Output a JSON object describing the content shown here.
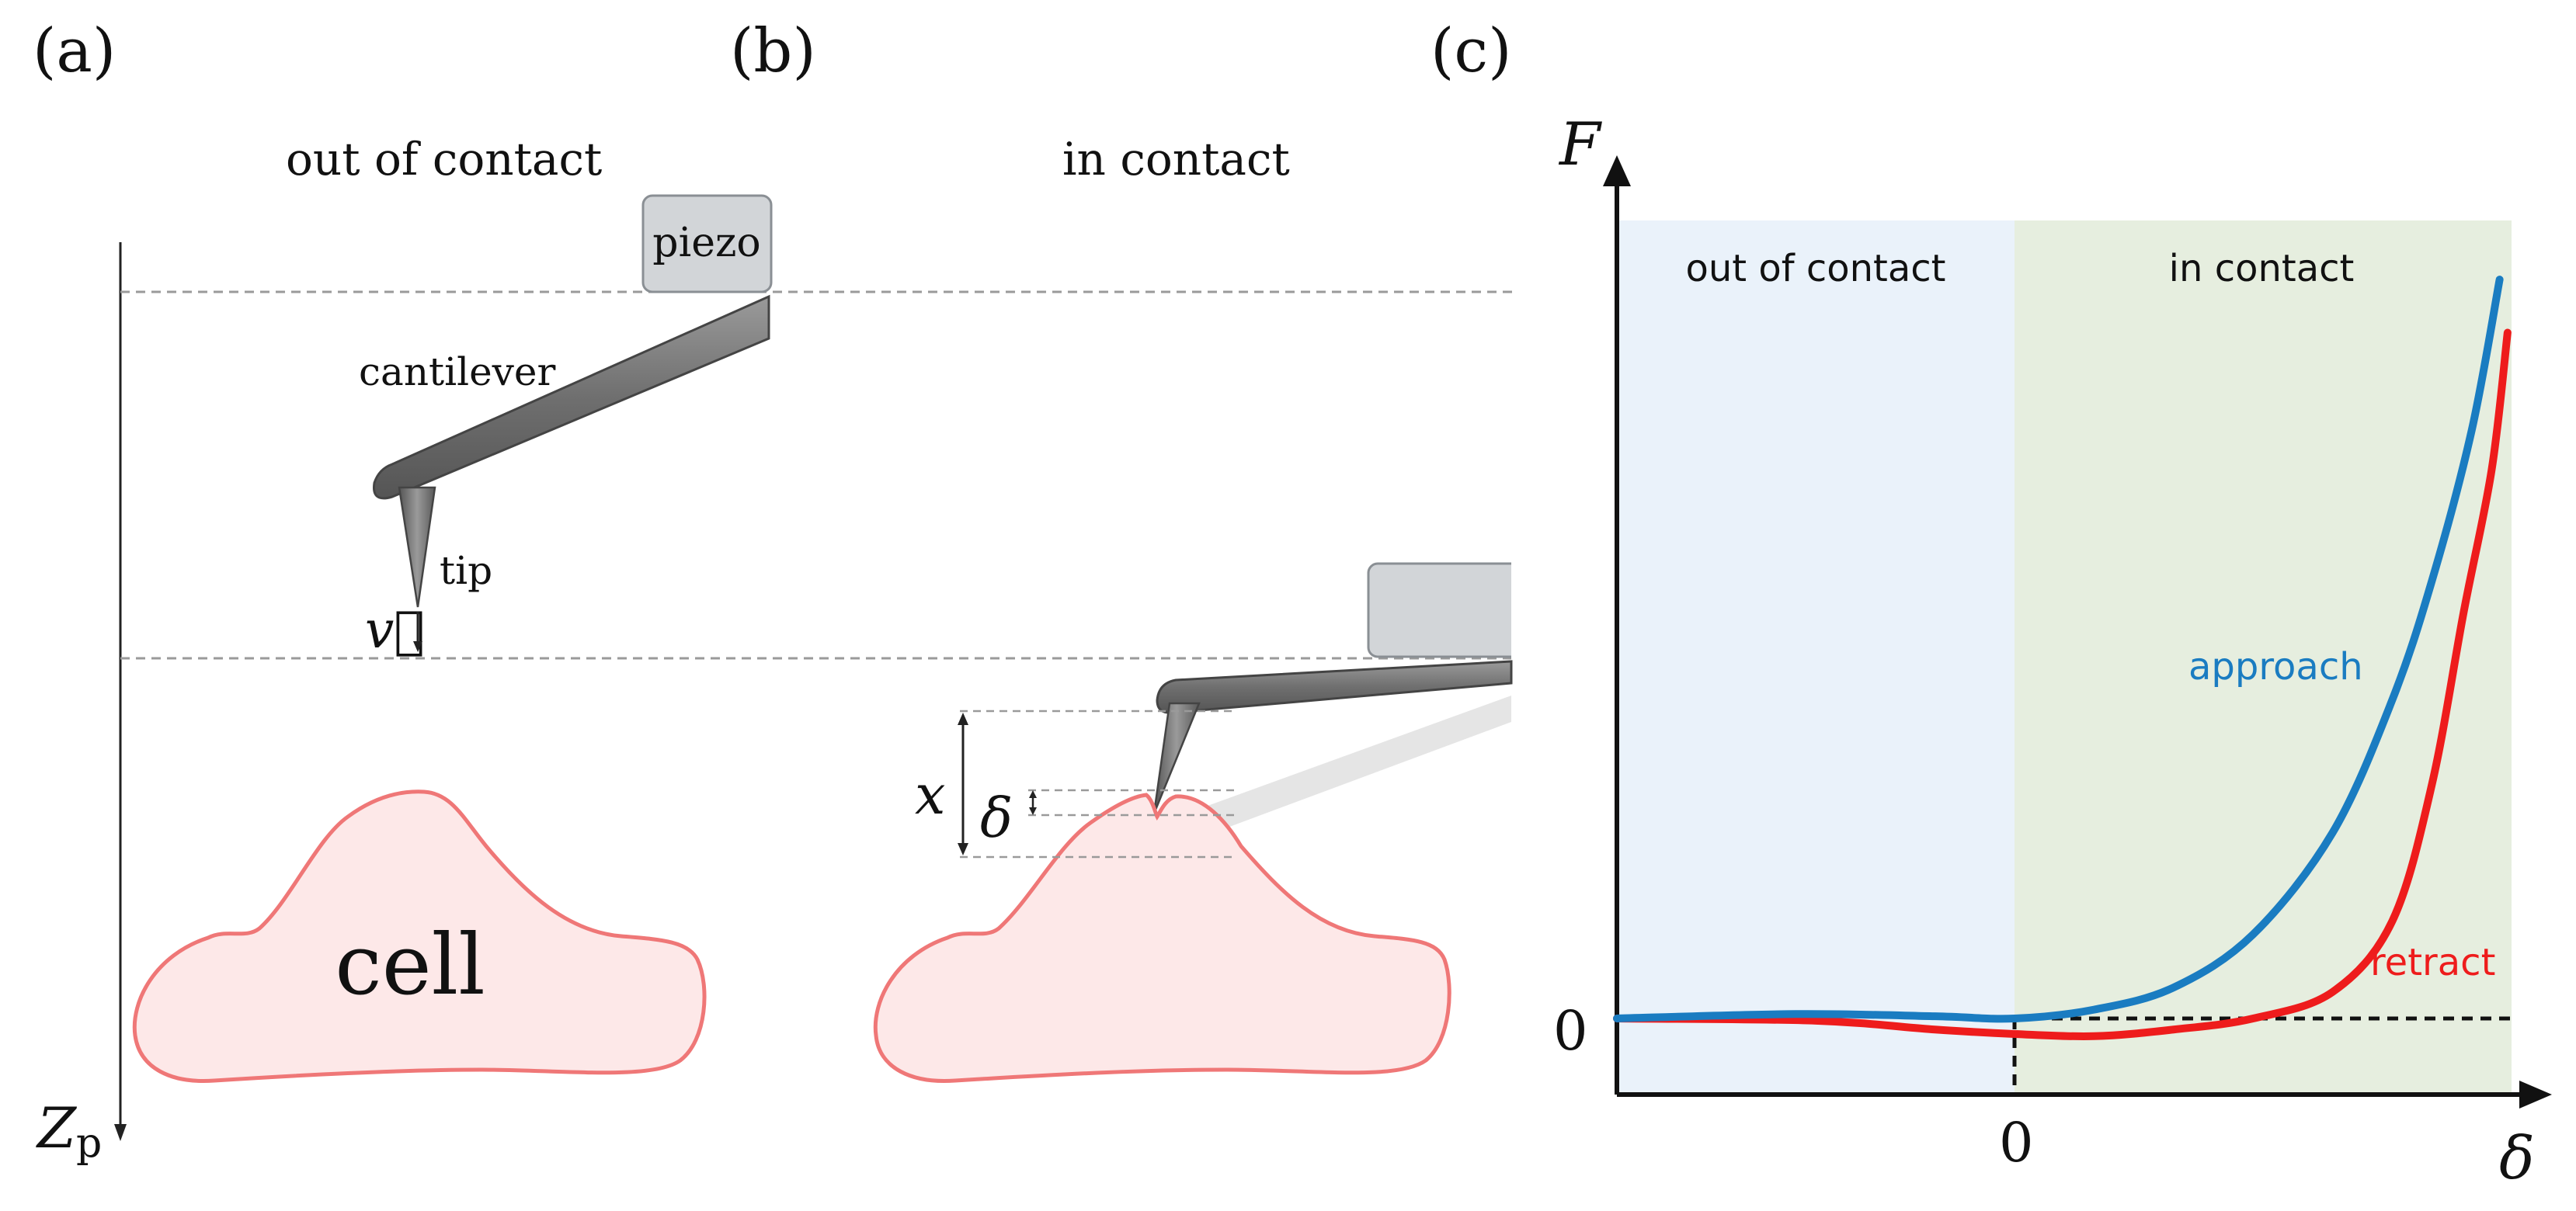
{
  "panels": {
    "a": {
      "label": "(a)",
      "title": "out of contact",
      "piezo": "piezo",
      "cantilever": "cantilever",
      "tip": "tip",
      "velocity": "v⃗",
      "cell": "cell",
      "axis": "Z",
      "axis_sub": "p"
    },
    "b": {
      "label": "(b)",
      "title": "in contact",
      "x": "x",
      "delta": "δ"
    },
    "c": {
      "label": "(c)",
      "y_axis": "F",
      "x_axis": "δ",
      "region_out": "out of contact",
      "region_in": "in contact",
      "y_zero": "0",
      "x_zero": "0"
    }
  },
  "colors": {
    "approach": "#1a7cc1",
    "retract": "#ee1c1c",
    "out_region": "#eaf2fa",
    "in_region": "#e6eedf",
    "cell_fill": "#fde8e8",
    "cell_stroke": "#ef7777",
    "cantilever": "#7c7c7c",
    "piezo": "#d2d5d8"
  },
  "chart_data": {
    "type": "line",
    "xlabel": "δ",
    "ylabel": "F",
    "x_ticks": [
      "0"
    ],
    "y_ticks": [
      "0"
    ],
    "regions": [
      {
        "label": "out of contact",
        "from": -1.0,
        "to": 0.0
      },
      {
        "label": "in contact",
        "from": 0.0,
        "to": 1.25
      }
    ],
    "series": [
      {
        "name": "approach",
        "color": "#1a7cc1",
        "points": [
          [
            -1.0,
            0.0
          ],
          [
            -0.55,
            0.01
          ],
          [
            -0.2,
            0.005
          ],
          [
            0.0,
            0.0
          ],
          [
            0.2,
            0.02
          ],
          [
            0.4,
            0.07
          ],
          [
            0.6,
            0.19
          ],
          [
            0.8,
            0.42
          ],
          [
            0.95,
            0.72
          ],
          [
            1.05,
            0.99
          ],
          [
            1.15,
            1.33
          ],
          [
            1.22,
            1.67
          ]
        ]
      },
      {
        "name": "retract",
        "color": "#ee1c1c",
        "points": [
          [
            -1.0,
            0.0
          ],
          [
            -0.5,
            -0.005
          ],
          [
            -0.2,
            -0.025
          ],
          [
            0.0,
            -0.035
          ],
          [
            0.2,
            -0.04
          ],
          [
            0.4,
            -0.025
          ],
          [
            0.6,
            0.0
          ],
          [
            0.8,
            0.06
          ],
          [
            0.95,
            0.22
          ],
          [
            1.05,
            0.53
          ],
          [
            1.13,
            0.92
          ],
          [
            1.2,
            1.24
          ],
          [
            1.24,
            1.55
          ]
        ]
      }
    ],
    "series_labels": [
      "approach",
      "retract"
    ]
  }
}
